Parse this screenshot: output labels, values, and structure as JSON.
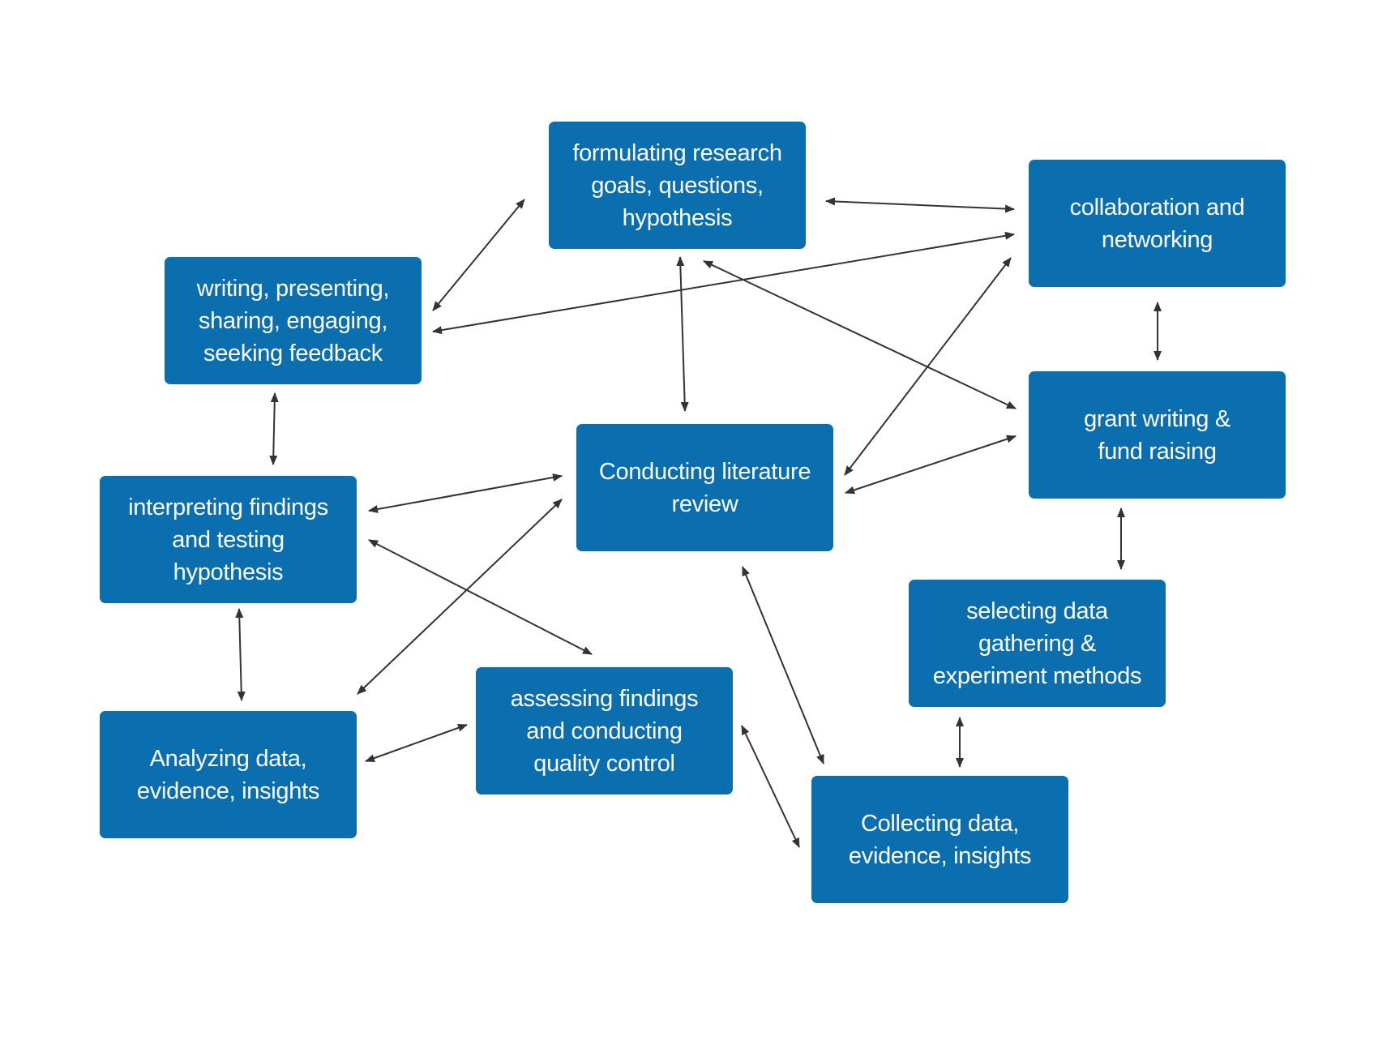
{
  "diagram": {
    "colors": {
      "node_fill": "#0a6eaf",
      "node_text": "#ffffff",
      "arrow": "#333333",
      "background": "#ffffff"
    },
    "nodes": {
      "formulating": "formulating research\ngoals, questions,\nhypothesis",
      "collaboration": "collaboration and\nnetworking",
      "writing": "writing, presenting,\nsharing, engaging,\nseeking feedback",
      "grant": "grant writing &\nfund raising",
      "literature": "Conducting literature\nreview",
      "interpreting": "interpreting findings\nand testing\nhypothesis",
      "selecting": "selecting data\ngathering &\nexperiment methods",
      "assessing": "assessing findings\nand conducting\nquality control",
      "analyzing": "Analyzing data,\nevidence, insights",
      "collecting": "Collecting data,\nevidence, insights"
    },
    "connections": [
      {
        "from": "writing",
        "to": "formulating",
        "type": "bidirectional"
      },
      {
        "from": "formulating",
        "to": "collaboration",
        "type": "bidirectional"
      },
      {
        "from": "writing",
        "to": "collaboration",
        "type": "bidirectional"
      },
      {
        "from": "formulating",
        "to": "literature",
        "type": "bidirectional"
      },
      {
        "from": "formulating",
        "to": "grant",
        "type": "bidirectional"
      },
      {
        "from": "collaboration",
        "to": "literature",
        "type": "bidirectional"
      },
      {
        "from": "collaboration",
        "to": "grant",
        "type": "bidirectional"
      },
      {
        "from": "grant",
        "to": "literature",
        "type": "bidirectional"
      },
      {
        "from": "writing",
        "to": "interpreting",
        "type": "bidirectional"
      },
      {
        "from": "interpreting",
        "to": "literature",
        "type": "bidirectional"
      },
      {
        "from": "interpreting",
        "to": "assessing",
        "type": "bidirectional"
      },
      {
        "from": "analyzing",
        "to": "literature",
        "type": "bidirectional"
      },
      {
        "from": "interpreting",
        "to": "analyzing",
        "type": "bidirectional"
      },
      {
        "from": "analyzing",
        "to": "assessing",
        "type": "bidirectional"
      },
      {
        "from": "literature",
        "to": "collecting",
        "type": "bidirectional"
      },
      {
        "from": "assessing",
        "to": "collecting",
        "type": "bidirectional"
      },
      {
        "from": "grant",
        "to": "selecting",
        "type": "bidirectional"
      },
      {
        "from": "selecting",
        "to": "collecting",
        "type": "bidirectional"
      }
    ]
  }
}
